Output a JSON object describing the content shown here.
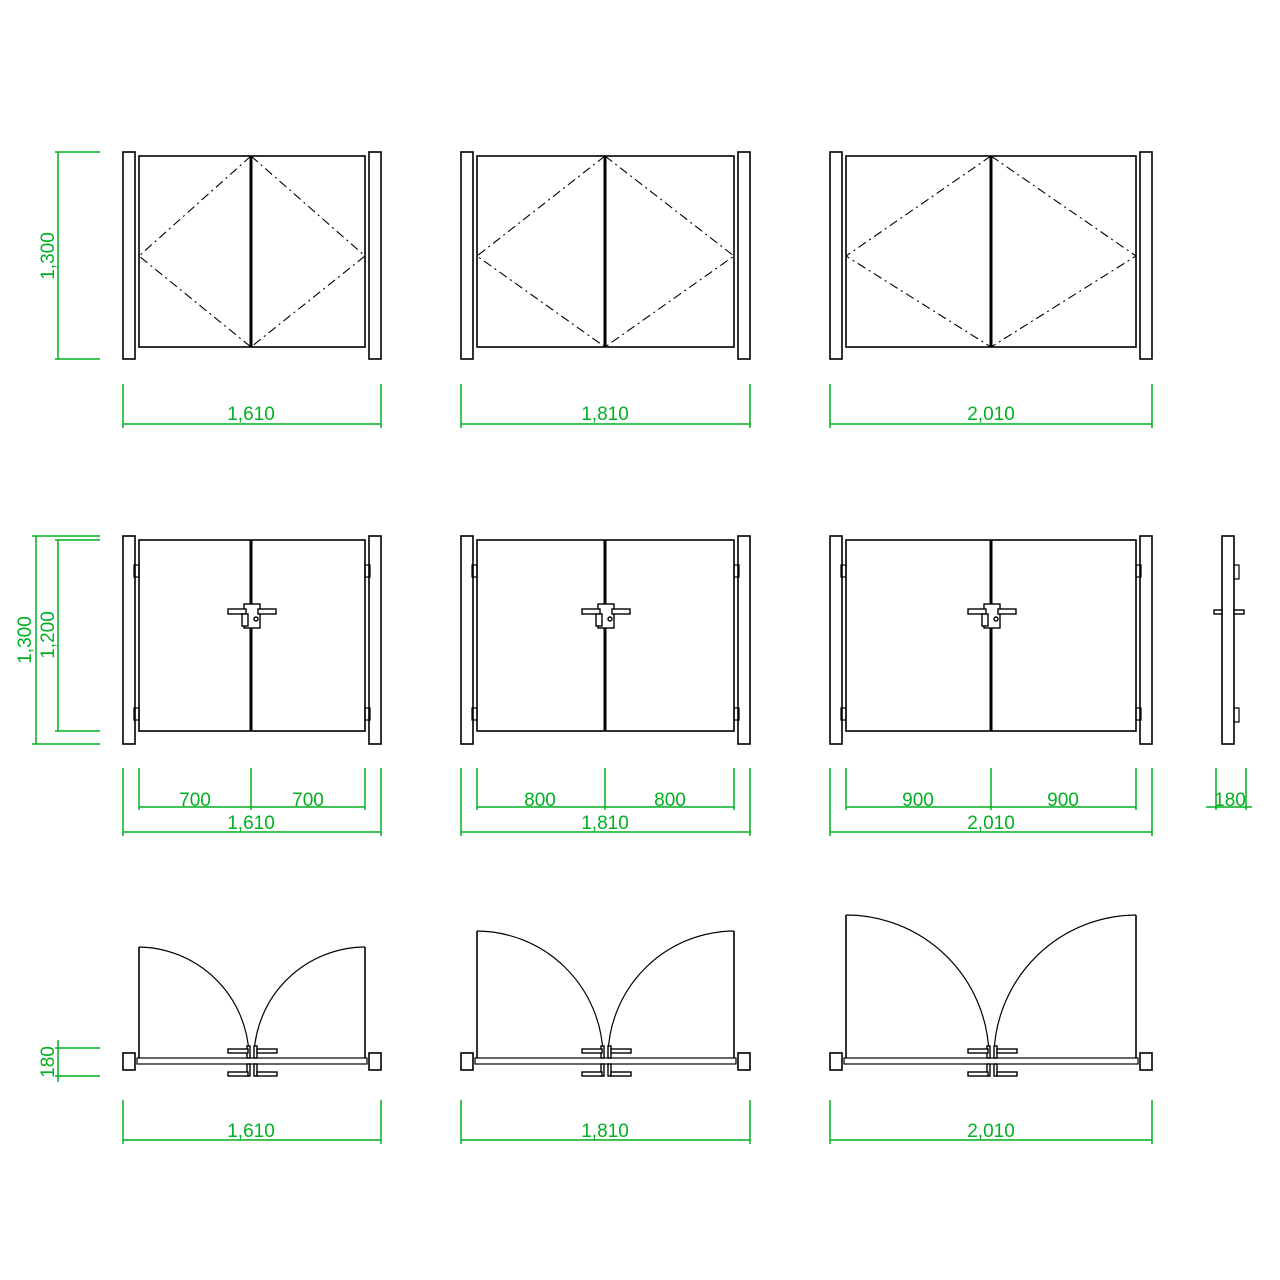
{
  "colors": {
    "line": "#000000",
    "dimension": "#00b020",
    "background": "#ffffff"
  },
  "elevation_dims": {
    "height": "1,300"
  },
  "front_dims": {
    "total_height": "1,300",
    "leaf_height": "1,200"
  },
  "side_dims": {
    "depth": "180"
  },
  "plan_dims": {
    "depth": "180"
  },
  "gates": [
    {
      "size": "small",
      "overall_width": "1,610",
      "leaf_left": "700",
      "leaf_right": "700"
    },
    {
      "size": "medium",
      "overall_width": "1,810",
      "leaf_left": "800",
      "leaf_right": "800"
    },
    {
      "size": "large",
      "overall_width": "2,010",
      "leaf_left": "900",
      "leaf_right": "900"
    }
  ]
}
